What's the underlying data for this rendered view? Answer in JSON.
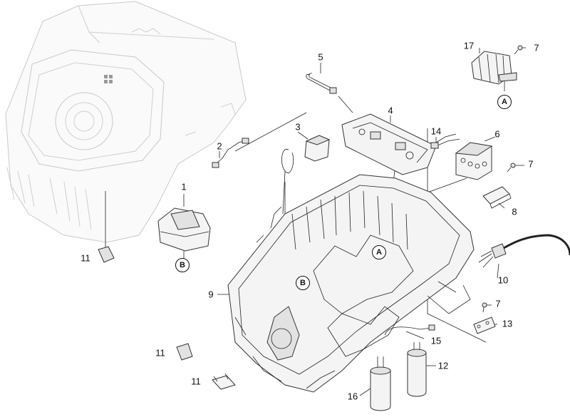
{
  "labels": {
    "p1": "1",
    "p2": "2",
    "p3": "3",
    "p4": "4",
    "p5": "5",
    "p6": "6",
    "p7a": "7",
    "p7b": "7",
    "p7c": "7",
    "p8": "8",
    "p9": "9",
    "p10": "10",
    "p11a": "11",
    "p11b": "11",
    "p11c": "11",
    "p12": "12",
    "p13": "13",
    "p14": "14",
    "p15": "15",
    "p16": "16",
    "p17": "17"
  },
  "refs": {
    "a1": "A",
    "a2": "A",
    "b1": "B",
    "b2": "B"
  }
}
